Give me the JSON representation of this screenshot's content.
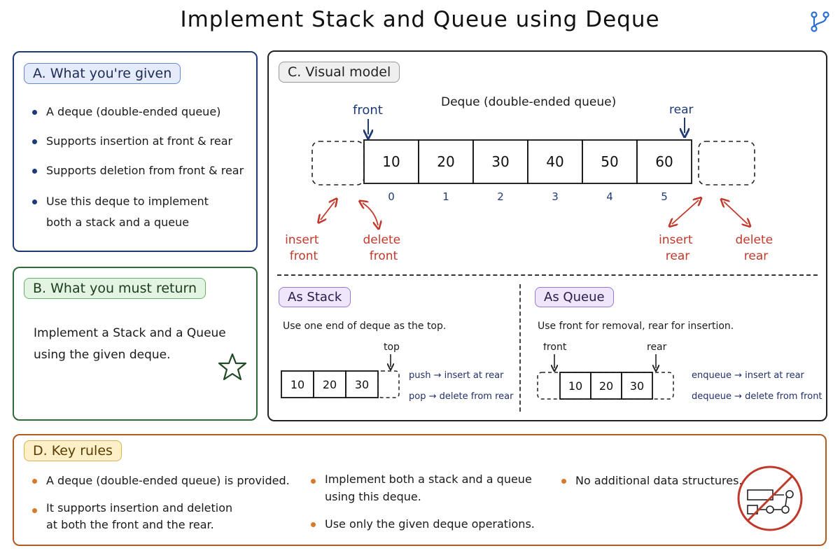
{
  "title": "Implement Stack and Queue using Deque",
  "colors": {
    "navy": "#1f3a7a",
    "green": "#2f6b35",
    "orange": "#b35a1f",
    "red": "#c0392b"
  },
  "icons": {
    "logo": "branch-icon",
    "star": "star-icon",
    "no_ds": "no-data-structures-icon"
  },
  "panel_a": {
    "heading": "A. What you're given",
    "items": [
      "A deque (double-ended queue)",
      "Supports insertion at front & rear",
      "Supports deletion from front & rear"
    ],
    "item4_line1": "Use this deque to implement",
    "item4_line2": "both a stack and a queue"
  },
  "panel_b": {
    "heading": "B. What you must return",
    "line1": "Implement a Stack and a Queue",
    "line2": "using the given deque."
  },
  "panel_c": {
    "heading": "C. Visual model",
    "deque_title": "Deque (double-ended queue)",
    "front_label": "front",
    "rear_label": "rear",
    "values": [
      "10",
      "20",
      "30",
      "40",
      "50",
      "60"
    ],
    "indices": [
      "0",
      "1",
      "2",
      "3",
      "4",
      "5"
    ],
    "insert_front": [
      "insert",
      "front"
    ],
    "delete_front": [
      "delete",
      "front"
    ],
    "insert_rear": [
      "insert",
      "rear"
    ],
    "delete_rear": [
      "delete",
      "rear"
    ],
    "stack": {
      "heading": "As Stack",
      "desc": "Use one end of deque as the top.",
      "top_label": "top",
      "values": [
        "10",
        "20",
        "30"
      ],
      "push": "push → insert at rear",
      "pop": "pop  → delete from rear"
    },
    "queue": {
      "heading": "As Queue",
      "desc": "Use front for removal, rear for insertion.",
      "front_label": "front",
      "rear_label": "rear",
      "values": [
        "10",
        "20",
        "30"
      ],
      "enqueue": "enqueue → insert at rear",
      "dequeue": "dequeue → delete from front"
    }
  },
  "panel_d": {
    "heading": "D. Key rules",
    "col1": [
      [
        "A deque (double-ended queue) is provided."
      ],
      [
        "It supports insertion and deletion",
        "at both the front and the rear."
      ]
    ],
    "col2": [
      [
        "Implement both a stack and a queue",
        "using this deque."
      ],
      [
        "Use only the given deque operations."
      ]
    ],
    "col3": [
      [
        "No additional data structures."
      ]
    ]
  }
}
